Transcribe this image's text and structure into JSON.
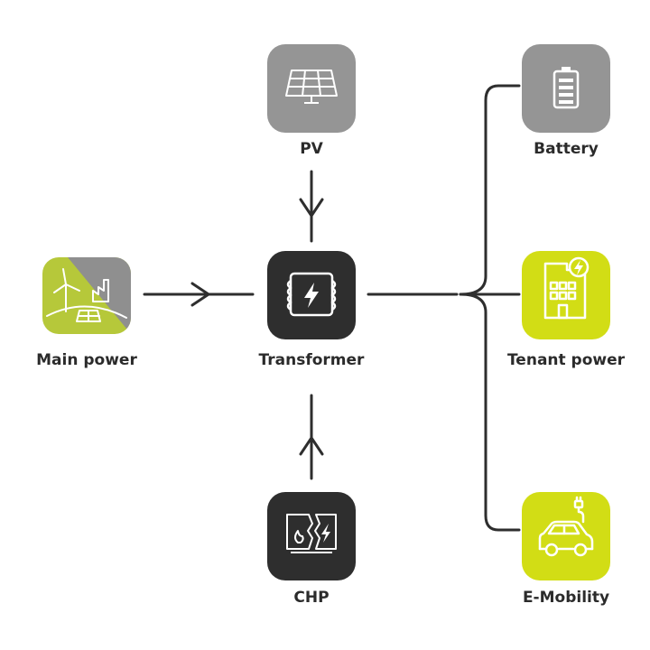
{
  "nodes": {
    "pv": {
      "label": "PV",
      "color": "#959595",
      "icon": "solar-panel-icon"
    },
    "main_power": {
      "label": "Main power",
      "colors": [
        "#b6c83a",
        "#8f8f8f"
      ],
      "icon": "wind-factory-solar-icon"
    },
    "transformer": {
      "label": "Transformer",
      "color": "#2e2e2e",
      "icon": "transformer-icon"
    },
    "chp": {
      "label": "CHP",
      "color": "#2e2e2e",
      "icon": "chp-flame-bolt-icon"
    },
    "battery": {
      "label": "Battery",
      "color": "#959595",
      "icon": "battery-icon"
    },
    "tenant_power": {
      "label": "Tenant power",
      "color": "#d2dd15",
      "icon": "building-bolt-icon"
    },
    "e_mobility": {
      "label": "E-Mobility",
      "color": "#d2dd15",
      "icon": "electric-car-icon"
    }
  },
  "line_color": "#2e2e2e"
}
